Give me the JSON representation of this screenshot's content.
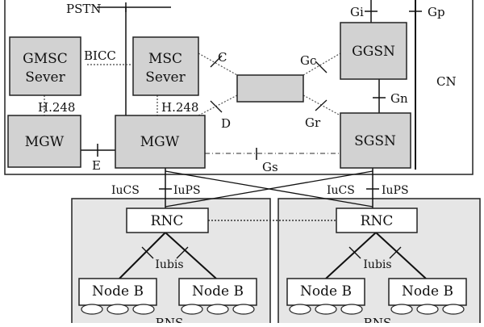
{
  "core_network": {
    "label": "CN",
    "nodes": {
      "gmsc": [
        "GMSC",
        "Sever"
      ],
      "msc": [
        "MSC",
        "Sever"
      ],
      "ggsn": "GGSN",
      "sgsn": "SGSN",
      "mgw_left": "MGW",
      "mgw_right": "MGW"
    },
    "interfaces": {
      "pstn": "PSTN",
      "bicc": "BICC",
      "c": "C",
      "d": "D",
      "gc": "Gc",
      "gr": "Gr",
      "gi": "Gi",
      "gp": "Gp",
      "gn": "Gn",
      "h248_left": "H.248",
      "h248_right": "H.248",
      "e": "E",
      "gs": "Gs"
    }
  },
  "radio_access": {
    "iucs_left": "IuCS",
    "iups_left": "IuPS",
    "iucs_right": "IuCS",
    "iups_right": "IuPS",
    "subsystems": [
      {
        "rnc": "RNC",
        "iub": "Iubis",
        "node_b": [
          "Node B",
          "Node B"
        ],
        "label": "RNS"
      },
      {
        "rnc": "RNC",
        "iub": "Iubis",
        "node_b": [
          "Node B",
          "Node B"
        ],
        "label": "RNS"
      }
    ]
  }
}
